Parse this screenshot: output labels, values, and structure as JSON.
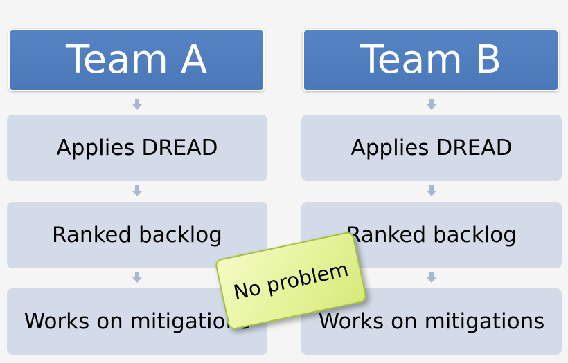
{
  "diagram": {
    "columns": [
      {
        "header": "Team A",
        "steps": [
          "Applies DREAD",
          "Ranked backlog",
          "Works on mitigations"
        ]
      },
      {
        "header": "Team B",
        "steps": [
          "Applies DREAD",
          "Ranked backlog",
          "Works on mitigations"
        ]
      }
    ],
    "callout": "No problem"
  },
  "colors": {
    "header_fill": "#4f7fc0",
    "step_fill": "#d3dbe8",
    "arrow_fill": "#a8b8d4",
    "callout_fill": "#e5f39a",
    "callout_border": "#a5c23f"
  }
}
